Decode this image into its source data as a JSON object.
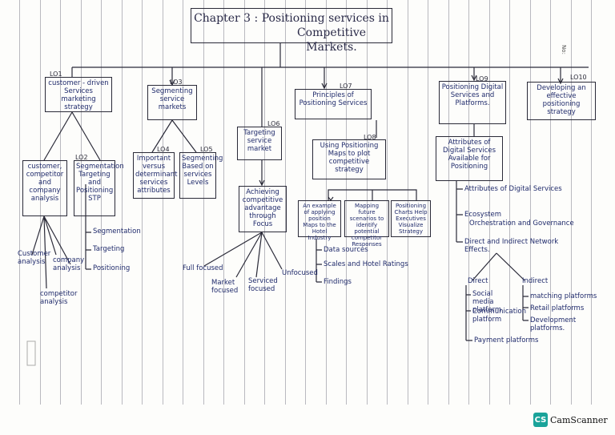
{
  "title": {
    "line1": "Chapter 3 : Positioning services in",
    "line2": "Competitive Markets."
  },
  "corner_note": "No:",
  "boxes": {
    "lo1": {
      "lo": "LO1",
      "text": "customer - driven Services marketing strategy"
    },
    "lo3": {
      "lo": "LO3",
      "text": "Segmenting service markets"
    },
    "lo6": {
      "lo": "LO6",
      "text": "Targeting service market"
    },
    "lo7": {
      "lo": "LO7",
      "text": "Principles of Positioning Services"
    },
    "lo9": {
      "lo": "LO9",
      "text": "Positioning Digital Services and Platforms."
    },
    "lo10": {
      "lo": "LO10",
      "text": "Developing an effective positioning strategy"
    },
    "cca": {
      "text": "customer, competitor and company analysis"
    },
    "lo2": {
      "lo": "LO2",
      "text": "Segmentation Targeting and Positioning STP"
    },
    "lo4": {
      "lo": "LO4",
      "text": "Important versus determinant services attributes"
    },
    "lo5": {
      "lo": "LO5",
      "text": "Segmenting Based on services Levels"
    },
    "focus": {
      "text": "Achieving competitive advantage through Focus"
    },
    "lo8": {
      "lo": "LO8",
      "text": "Using Positioning Maps to plot competitive strategy"
    },
    "ex": {
      "text": "An example of applying position Maps to the Hotel Industry"
    },
    "map": {
      "text": "Mapping future scenarios to identify potential competitor Responses"
    },
    "charts": {
      "text": "Positioning Charts Help Executives Visualize Strategy"
    },
    "attr": {
      "text": "Attributes of Digital Services Available for Positioning"
    }
  },
  "labels": {
    "customer_analysis": "Customer analysis",
    "company_analysis": "company analysis",
    "competitor_analysis": "competitor analysis",
    "segmentation": "Segmentation",
    "targeting": "Targeting",
    "positioning": "Positioning",
    "full_focused": "Full focused",
    "market_focused": "Market focused",
    "service_focused": "Serviced focused",
    "unfocused": "Unfocused",
    "data_sources": "Data sources",
    "scales": "Scales and Hotel Ratings",
    "findings": "Findings",
    "attributes_digital": "Attributes of Digital Services",
    "ecosystem": "Ecosystem",
    "orchestration": "Orchestration and Governance",
    "network_effects": "Direct and Indirect Network Effects.",
    "direct": "Direct",
    "indirect": "Indirect",
    "social_media": "Social media platform",
    "communication": "Communication platform",
    "payment": "Payment platforms",
    "matching": "matching platforms",
    "retail": "Retail platforms",
    "development": "Development platforms."
  },
  "brand": {
    "logo": "CS",
    "name": "CamScanner",
    "color": "#1aa39a"
  }
}
